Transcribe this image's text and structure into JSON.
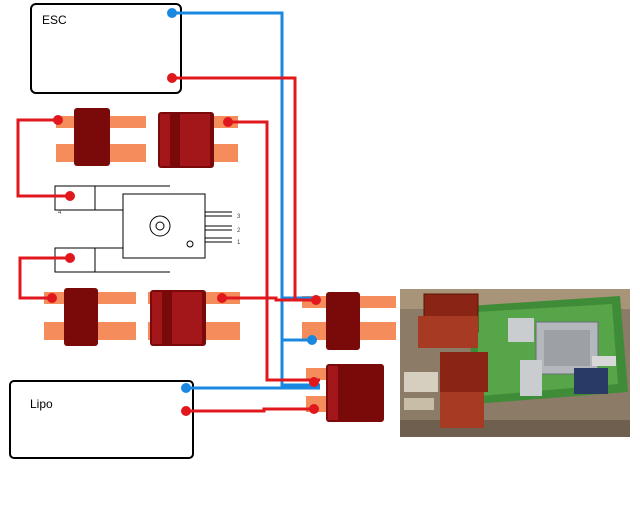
{
  "labels": {
    "esc": "ESC",
    "lipo": "Lipo",
    "pin_1": "1",
    "pin_2": "2",
    "pin_3": "3",
    "side_mark": "4"
  },
  "colors": {
    "positive_wire": "#e0181e",
    "negative_wire": "#1a88e0",
    "connector": "#7a0a0a",
    "connector_pad": "#f58c5c",
    "outline": "#000000"
  }
}
